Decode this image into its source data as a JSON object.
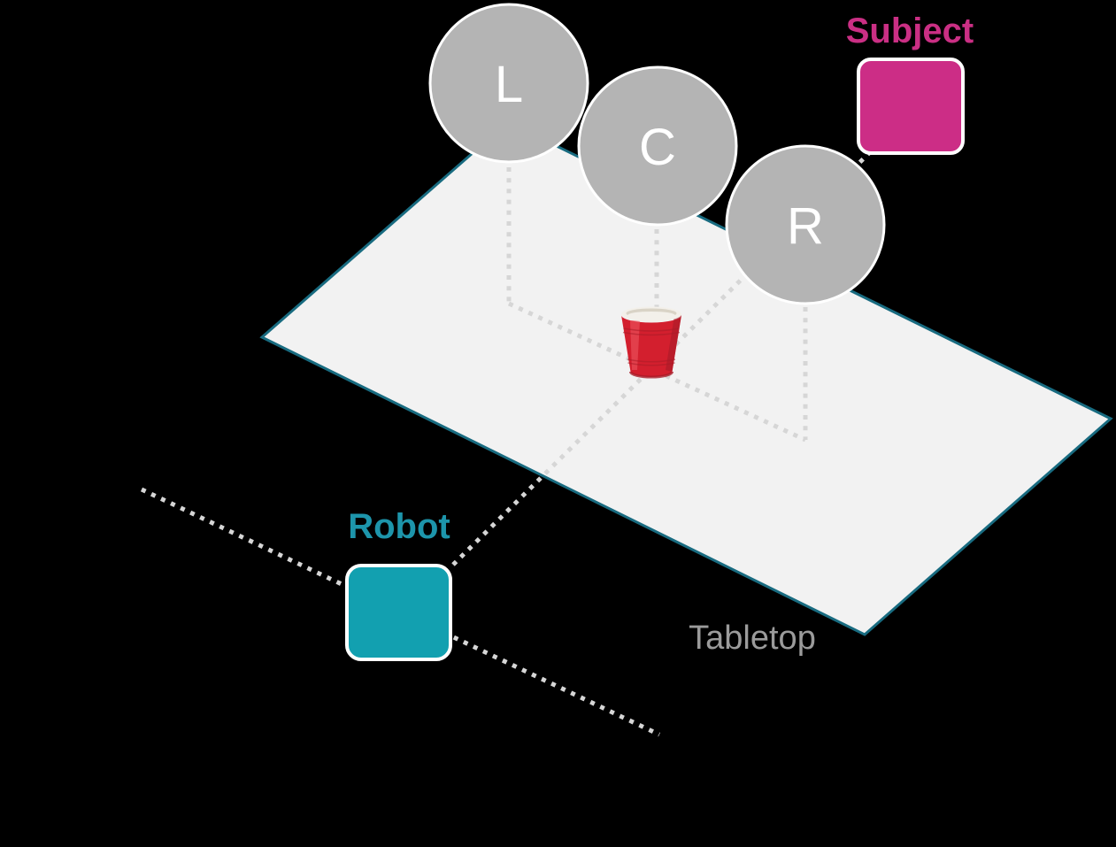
{
  "diagram": {
    "labels": {
      "subject": "Subject",
      "robot": "Robot",
      "tabletop": "Tabletop"
    },
    "cameras": [
      {
        "label": "L"
      },
      {
        "label": "C"
      },
      {
        "label": "R"
      }
    ],
    "objects": {
      "cup_icon": "red-cup-icon"
    }
  },
  "colors": {
    "background": "#000000",
    "table_fill": "#f2f2f2",
    "table_border": "#186b80",
    "dotted_line": "#d6d6d6",
    "camera_fill": "#b4b4b4",
    "camera_border": "#ffffff",
    "camera_letter": "#ffffff",
    "marker_border": "#ffffff",
    "subject_fill": "#cc2d86",
    "subject_text": "#ca2f84",
    "robot_fill": "#12a0b0",
    "robot_text": "#1d95ab",
    "tabletop_text": "#9b9b9b",
    "cup_red": "#d31f2e",
    "cup_dark": "#a91b28",
    "cup_light": "#ef5a64",
    "cup_rim": "#f3f0ea",
    "cup_rim_shade": "#d9d3c6"
  }
}
